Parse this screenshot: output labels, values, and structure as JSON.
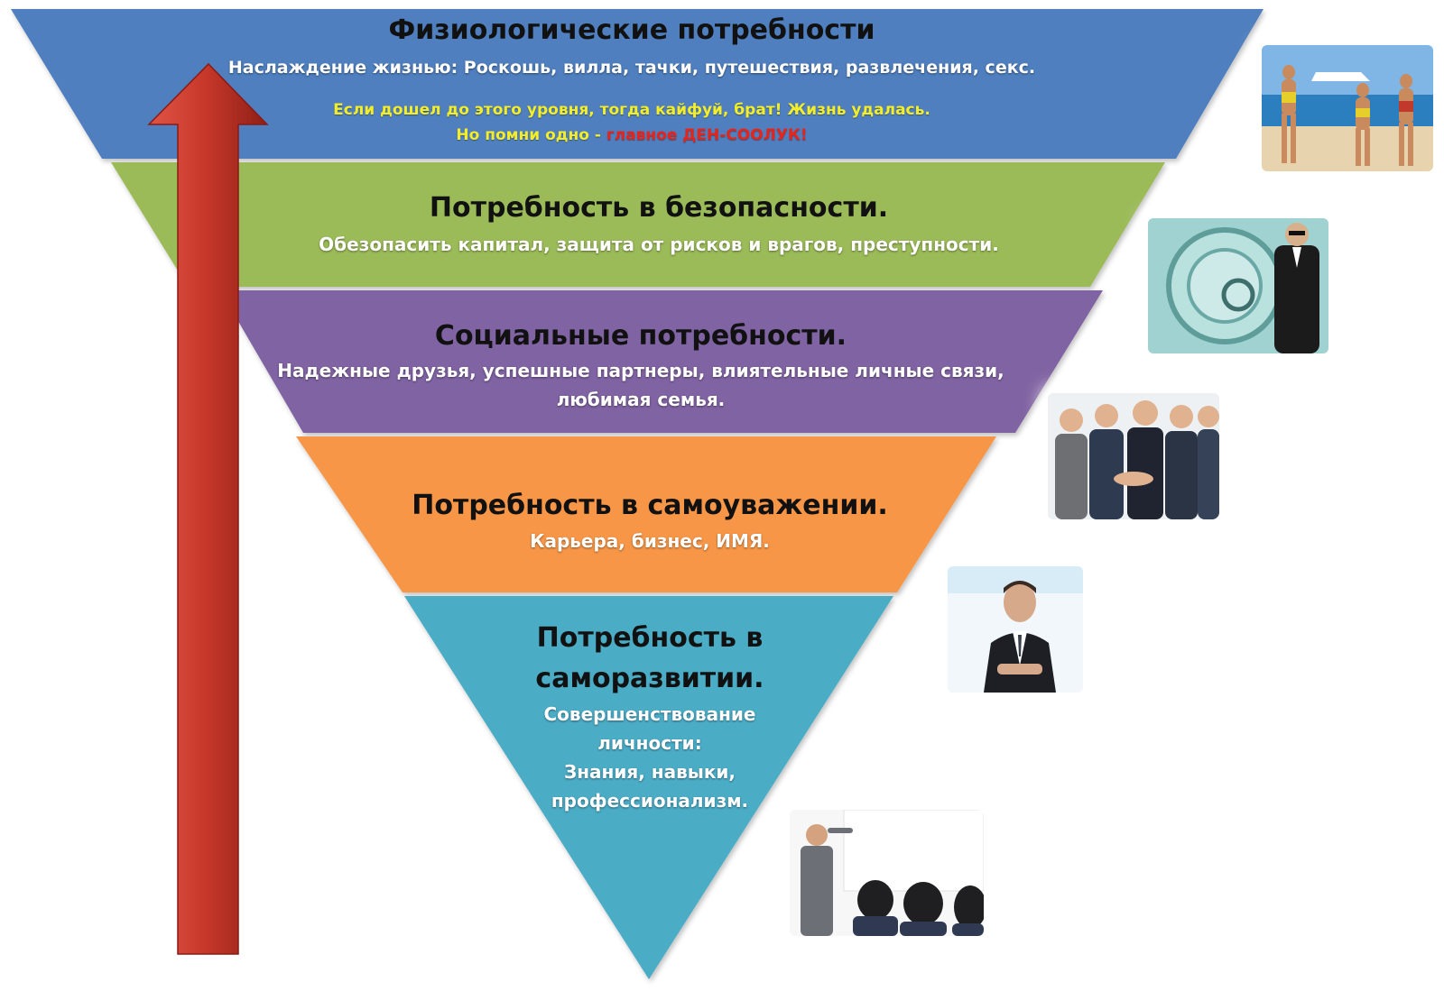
{
  "colors": {
    "level1": "#4f7fbe",
    "level2": "#9bbb59",
    "level3": "#8064a2",
    "level4": "#f79646",
    "level5": "#4bacc6",
    "arrow": "#c0392b",
    "note_yellow": "#f4ee2a",
    "note_red": "#e8241a"
  },
  "levels": [
    {
      "title": "Физиологические потребности",
      "lines": [
        "Наслаждение жизнью: Роскошь, вилла, тачки, путешествия, развлечения, секс."
      ],
      "note_line1": "Если дошел до этого уровня, тогда кайфуй, брат! Жизнь удалась.",
      "note_line2_prefix": "Но помни одно - ",
      "note_line2_highlight": "главное ДЕН-СООЛУК!",
      "photo_icon": "beach-women-photo"
    },
    {
      "title": "Потребность в безопасности.",
      "lines": [
        "Обезопасить капитал, защита от рисков и врагов, преступности."
      ],
      "photo_icon": "safe-bodyguard-photo"
    },
    {
      "title": "Социальные потребности.",
      "lines": [
        "Надежные друзья, успешные партнеры, влиятельные личные связи,",
        "любимая семья."
      ],
      "photo_icon": "handshake-group-photo"
    },
    {
      "title": "Потребность в самоуважении.",
      "lines": [
        "Карьера, бизнес, ИМЯ."
      ],
      "photo_icon": "businessman-photo"
    },
    {
      "title_lines": [
        "Потребность в",
        "саморазвитии."
      ],
      "lines": [
        "Совершенствование",
        "личности:",
        "Знания, навыки,",
        "профессионализм."
      ],
      "photo_icon": "presentation-classroom-photo"
    }
  ]
}
